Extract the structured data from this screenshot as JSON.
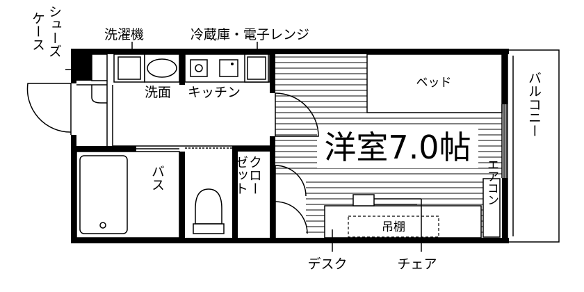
{
  "labels": {
    "shoes_box": "シューズケース",
    "washing_machine": "洗濯機",
    "fridge_microwave": "冷蔵庫・電子レンジ",
    "washroom": "洗面",
    "kitchen": "キッチン",
    "bed": "ベッド",
    "room": "洋室7.0帖",
    "balcony": "バルコニー",
    "bath": "バス",
    "closet": "クローゼット",
    "aircon": "エアコン",
    "shelf": "吊棚",
    "desk": "デスク",
    "chair": "チェア"
  }
}
